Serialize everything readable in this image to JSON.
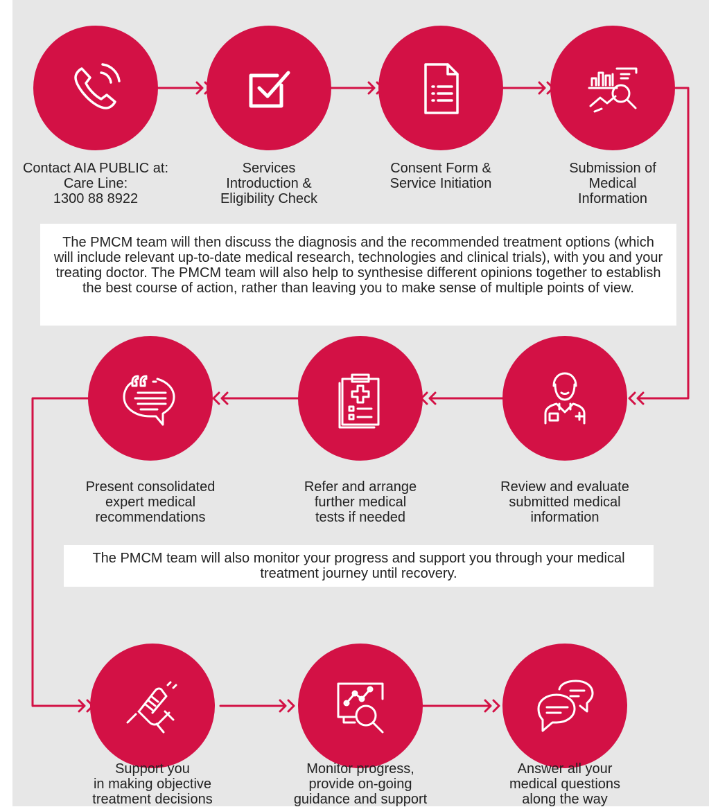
{
  "steps": [
    {
      "id": "contact",
      "icon": "phone-icon",
      "label": "Contact AIA PUBLIC at:\nCare Line:\n1300 88 8922"
    },
    {
      "id": "eligibility",
      "icon": "checkbox-icon",
      "label": "Services\nIntroduction &\nEligibility Check"
    },
    {
      "id": "consent",
      "icon": "document-icon",
      "label": "Consent Form &\nService Initiation"
    },
    {
      "id": "submission",
      "icon": "report-analysis-icon",
      "label": "Submission of\nMedical\nInformation"
    },
    {
      "id": "review",
      "icon": "doctor-icon",
      "label": "Review and evaluate\nsubmitted medical\ninformation"
    },
    {
      "id": "refer",
      "icon": "clipboard-icon",
      "label": "Refer and arrange\nfurther medical\ntests if needed"
    },
    {
      "id": "present",
      "icon": "quote-bubble-icon",
      "label": "Present consolidated\nexpert medical\nrecommendations"
    },
    {
      "id": "support",
      "icon": "handshake-icon",
      "label": "Support you\nin making objective\ntreatment decisions"
    },
    {
      "id": "monitor",
      "icon": "monitor-search-icon",
      "label": "Monitor progress,\nprovide on-going\nguidance and support"
    },
    {
      "id": "answer",
      "icon": "chat-bubbles-icon",
      "label": "Answer all your\nmedical questions\nalong the way"
    }
  ],
  "notes": {
    "discussion": "The PMCM team will then discuss the diagnosis and the recommended treatment options (which will include relevant up-to-date medical research, technologies and clinical trials), with you and your treating doctor. The PMCM team will also help to synthesise different opinions together to establish the best course of action, rather than leaving you to make sense of multiple points of view.",
    "monitoring": "The PMCM team will also monitor your progress and support you through your medical treatment journey until recovery."
  },
  "colors": {
    "accent": "#d31145",
    "panel": "#e7e7e7"
  }
}
